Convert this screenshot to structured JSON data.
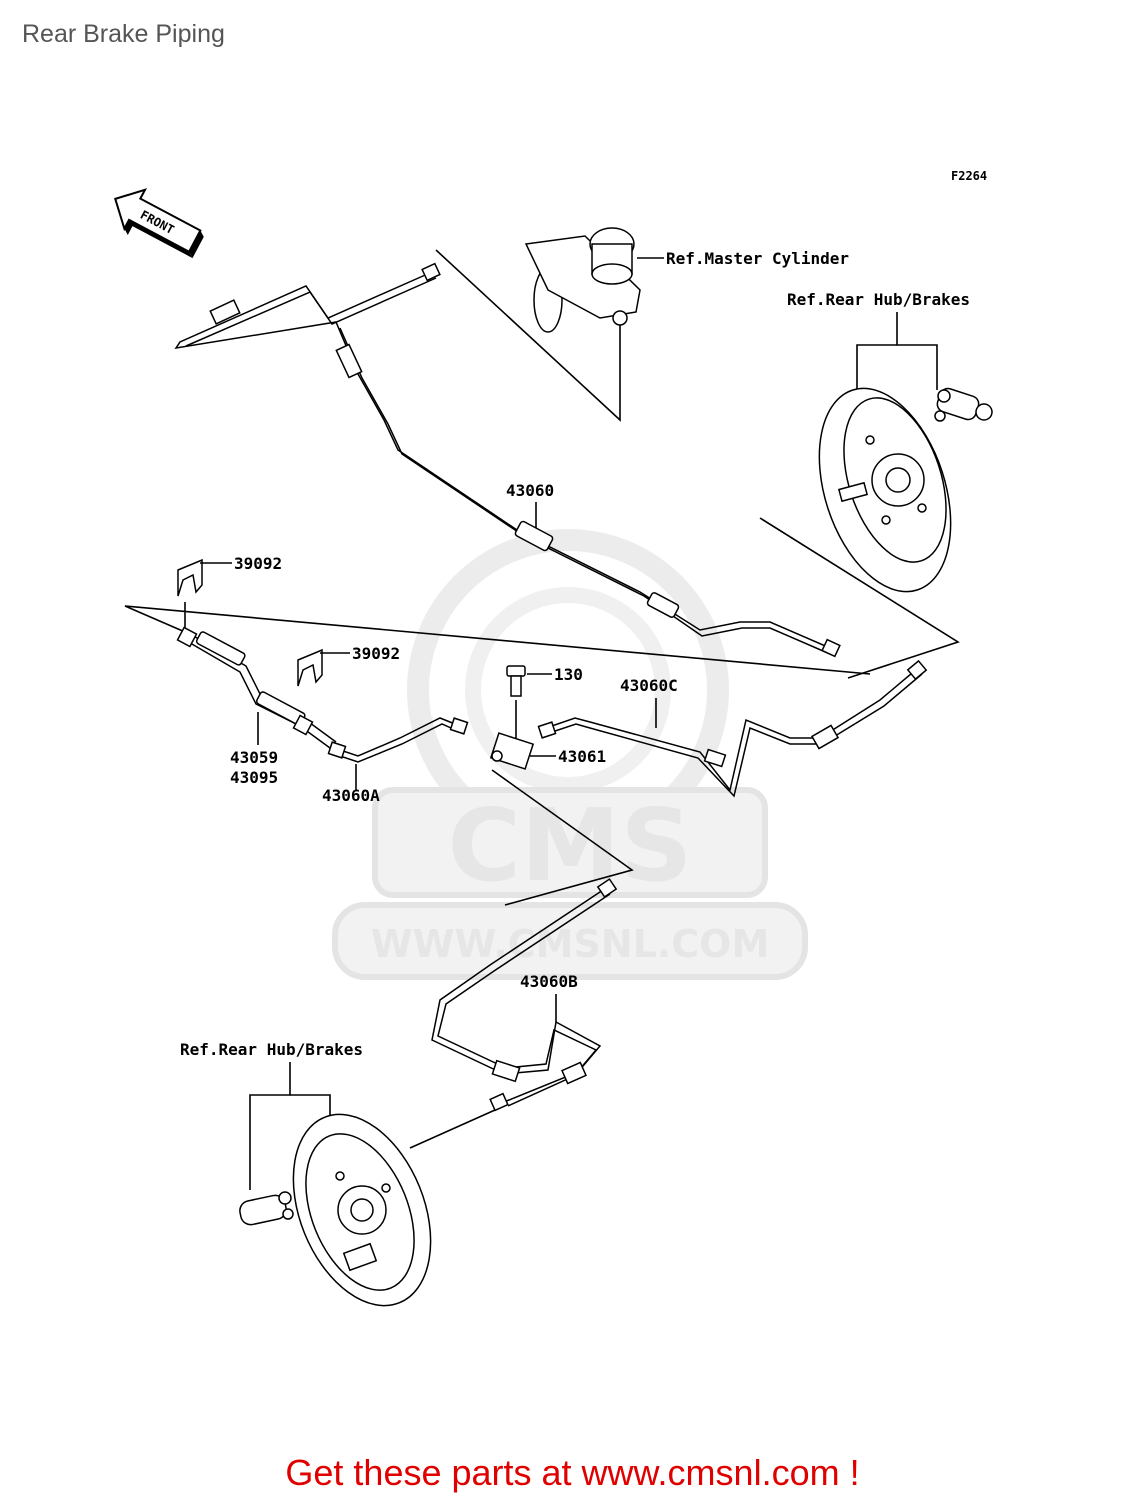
{
  "page": {
    "title": "Rear Brake Piping"
  },
  "diagram": {
    "code": "F2264",
    "front_arrow": "FRONT",
    "refs": {
      "master_cylinder": "Ref.Master Cylinder",
      "rear_hub_brakes_right": "Ref.Rear Hub/Brakes",
      "rear_hub_brakes_left": "Ref.Rear Hub/Brakes"
    },
    "parts": {
      "p43060": "43060",
      "p39092_a": "39092",
      "p39092_b": "39092",
      "p130": "130",
      "p43060c": "43060C",
      "p43061": "43061",
      "p43059": "43059",
      "p43095": "43095",
      "p43060a": "43060A",
      "p43060b": "43060B"
    },
    "watermark": {
      "brand": "CMS",
      "url": "WWW.CMSNL.COM"
    }
  },
  "footer": {
    "text": "Get these parts at www.cmsnl.com !"
  }
}
